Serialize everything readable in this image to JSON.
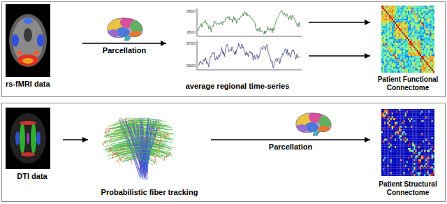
{
  "diagram": {
    "nodes": [
      {
        "text": [
          "rs-fMRI data"
        ]
      },
      {
        "text": [
          "average regional time-series"
        ]
      },
      {
        "text": [
          "Patient Functional Connectome"
        ]
      },
      {
        "text": [
          "DTI data"
        ]
      },
      {
        "text": [
          "Probabilistic fiber tracking"
        ]
      },
      {
        "text": [
          "Patient Structural Connectome"
        ]
      }
    ],
    "edges": [
      {
        "from": 0,
        "to": 1,
        "label": "Parcellation",
        "arrow": "to"
      },
      {
        "from": 1,
        "to": 2,
        "arrow": "to"
      },
      {
        "from": 1,
        "to": 2,
        "arrow": "to"
      },
      {
        "from": 3,
        "to": 4,
        "arrow": "to"
      },
      {
        "from": 4,
        "to": 5,
        "label": "Parcellation",
        "arrow": "to"
      }
    ],
    "labels": [
      "3800",
      "3600",
      "3700",
      "3600"
    ]
  }
}
